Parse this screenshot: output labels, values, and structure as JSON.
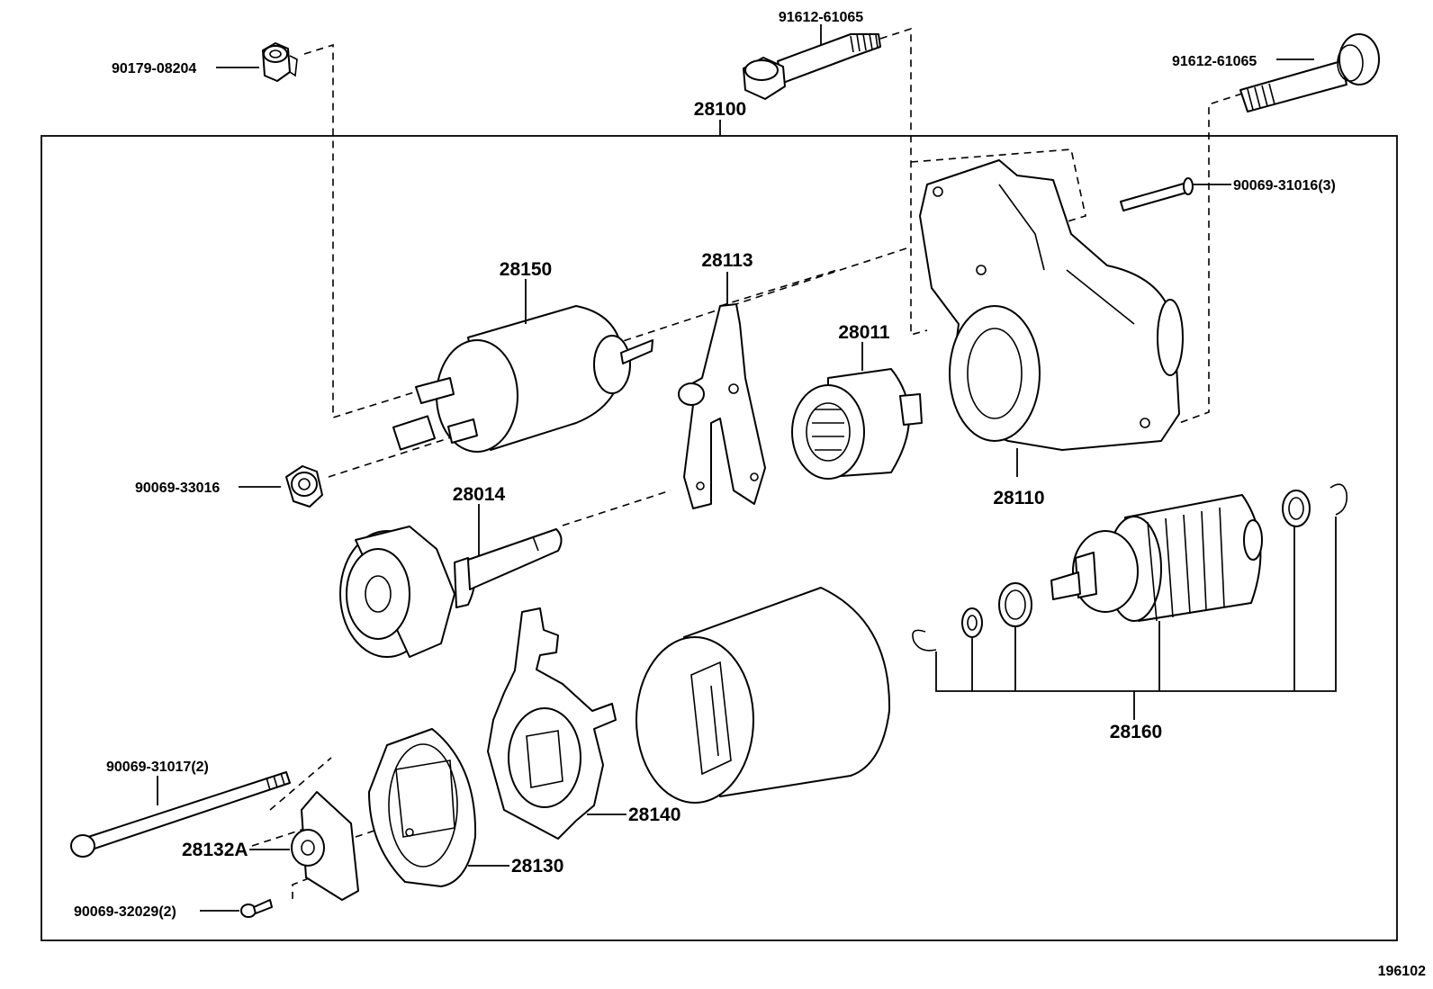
{
  "diagram": {
    "assembly_label": "28100",
    "figure_code": "196102",
    "parts": {
      "nut_top": "90179-08204",
      "bolt_mid": "91612-61065",
      "bolt_right": "91612-61065",
      "screw_right": "90069-31016(3)",
      "solenoid": "28150",
      "lever": "28113",
      "clutch": "28011",
      "housing": "28110",
      "nut_left": "90069-33016",
      "gear_shaft": "28014",
      "armature_kit": "28160",
      "through_bolt": "90069-31017(2)",
      "bushing": "28132A",
      "end_frame": "28130",
      "brush_holder": "28140",
      "screw_bottom": "90069-32029(2)"
    }
  }
}
